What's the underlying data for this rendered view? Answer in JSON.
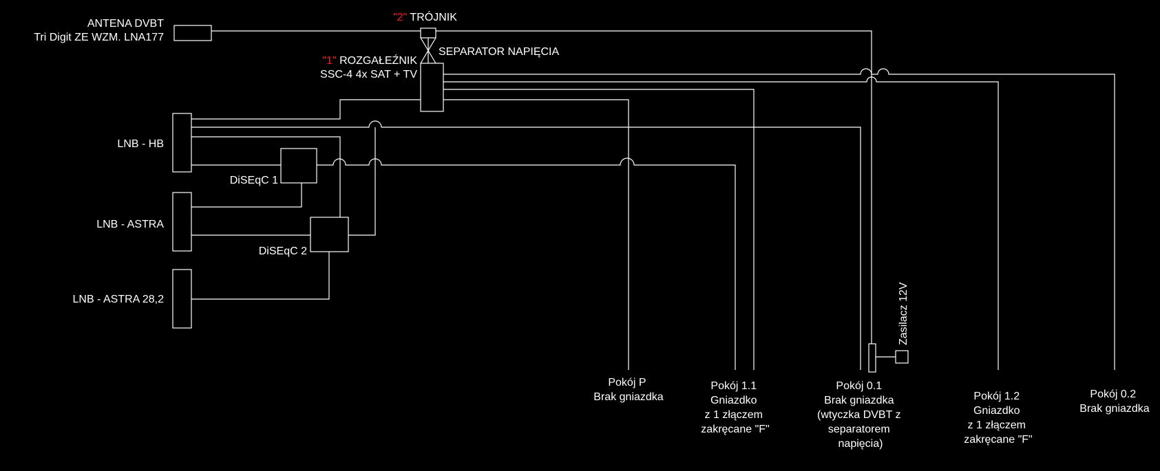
{
  "colors": {
    "background": "#000000",
    "lines": "#ffffff",
    "highlight": "#ff1a1a"
  },
  "antenna": {
    "line1": "ANTENA DVBT",
    "line2": "Tri Digit ZE WZM. LNA177"
  },
  "tee": {
    "number": "\"2\"",
    "label": " TRÓJNIK"
  },
  "separator": {
    "label": "SEPARATOR NAPIĘCIA"
  },
  "splitter": {
    "number": "\"1\"",
    "label": " ROZGAŁEŹNIK",
    "line2": "SSC-4 4x SAT + TV"
  },
  "lnb": {
    "hb": "LNB - HB",
    "astra": "LNB - ASTRA",
    "astra28": "LNB - ASTRA 28,2"
  },
  "diseqc": {
    "one": "DiSEqC 1",
    "two": "DiSEqC 2"
  },
  "power": {
    "label": "Zasilacz 12V"
  },
  "rooms": {
    "p": [
      "Pokój P",
      "Brak gniazdka"
    ],
    "r11": [
      "Pokój 1.1",
      "Gniazdko",
      "z 1 złączem",
      "zakręcane \"F\""
    ],
    "r01": [
      "Pokój 0.1",
      "Brak gniazdka",
      "(wtyczka DVBT z",
      "separatorem",
      "napięcia)"
    ],
    "r12": [
      "Pokój 1.2",
      "Gniazdko",
      "z 1 złączem",
      "zakręcane \"F\""
    ],
    "r02": [
      "Pokój 0.2",
      "Brak gniazdka"
    ]
  }
}
